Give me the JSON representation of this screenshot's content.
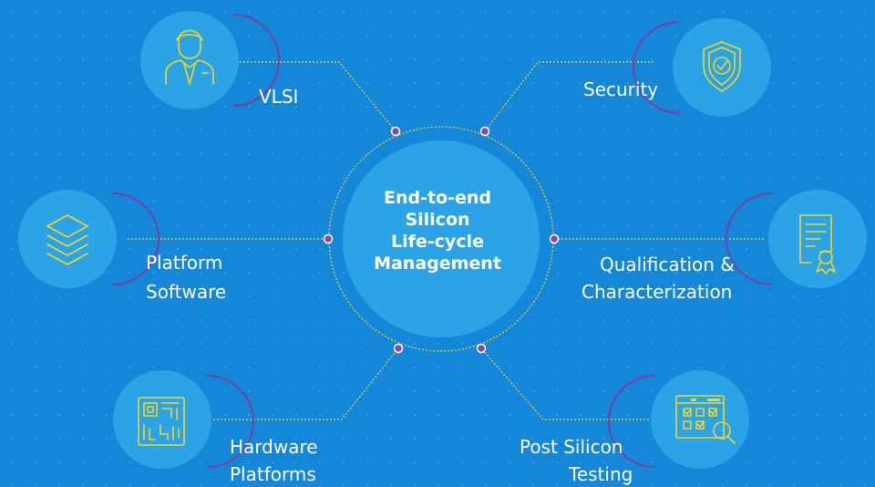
{
  "center": {
    "lines": [
      "End-to-end",
      "Silicon",
      "Life-cycle",
      "Management"
    ]
  },
  "nodes": {
    "vlsi": {
      "label": "VLSI",
      "icon": "engineer-icon"
    },
    "security": {
      "label": "Security",
      "icon": "shield-check-icon"
    },
    "platform_software": {
      "line1": "Platform",
      "line2": "Software",
      "icon": "layers-icon"
    },
    "qualification": {
      "line1": "Qualification &",
      "line2": "Characterization",
      "icon": "certificate-icon"
    },
    "hardware_platforms": {
      "line1": "Hardware",
      "line2": "Platforms",
      "icon": "circuit-board-icon"
    },
    "post_silicon": {
      "line1": "Post Silicon",
      "line2": "Testing",
      "icon": "checklist-magnifier-icon"
    }
  },
  "colors": {
    "background": "#1487d9",
    "circle": "#2aa4e6",
    "accent": "#f5d327",
    "node_dot": "#8b4aa2",
    "arc": "#7b3fa0"
  }
}
